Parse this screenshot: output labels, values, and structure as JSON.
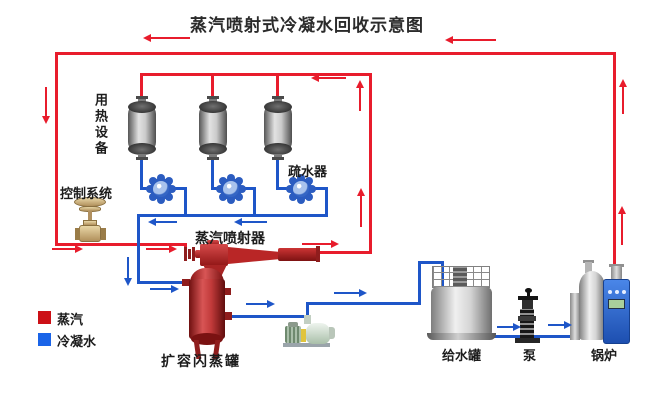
{
  "title": "蒸汽喷射式冷凝水回收示意图",
  "labels": {
    "heat_equipment": "用热设备",
    "control_system": "控制系统",
    "steam_trap": "疏水器",
    "steam_ejector": "蒸汽喷射器",
    "flash_tank": "扩容闪蒸罐",
    "feed_water_tank": "给水罐",
    "pump": "泵",
    "boiler": "锅炉"
  },
  "legend": {
    "steam": {
      "label": "蒸汽",
      "color": "#cc1016"
    },
    "condensate": {
      "label": "冷凝水",
      "color": "#1a64e8"
    }
  },
  "colors": {
    "steam_line": "#e81c2c",
    "condensate_line": "#1e56c8"
  }
}
